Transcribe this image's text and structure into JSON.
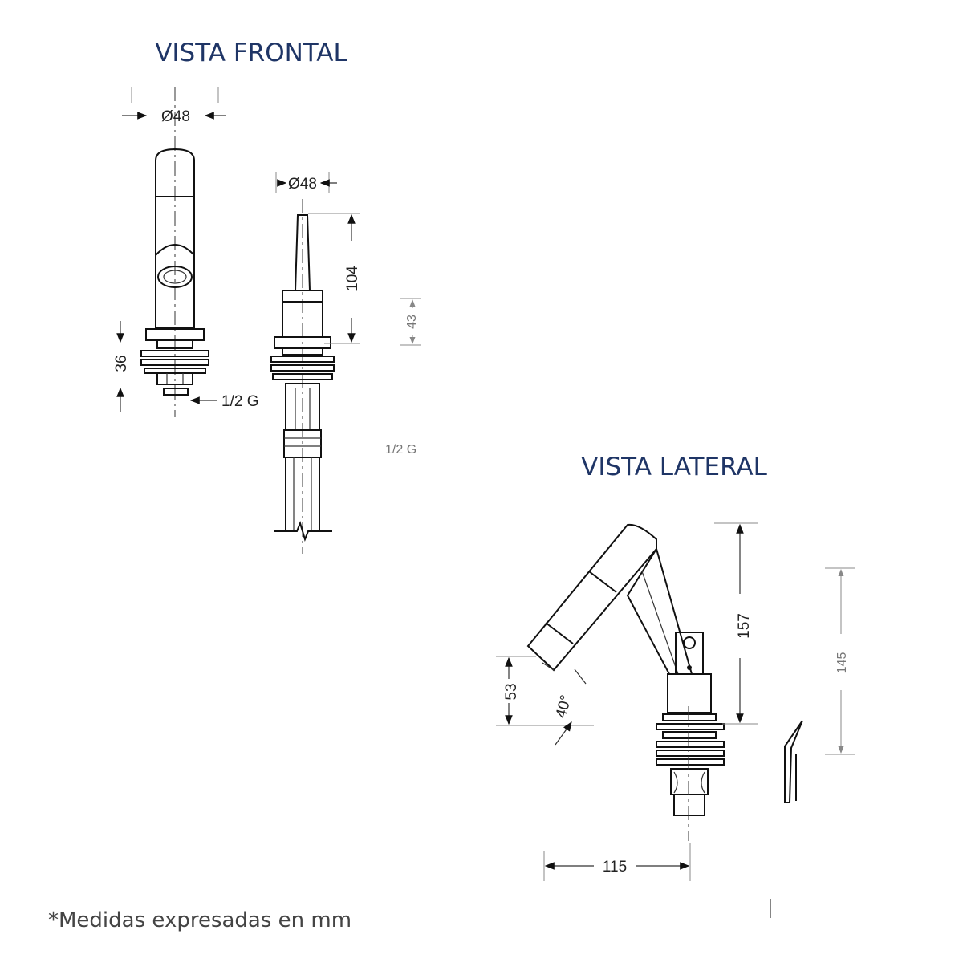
{
  "titles": {
    "front_view": "VISTA FRONTAL",
    "side_view": "VISTA LATERAL"
  },
  "footnote": "*Medidas expresadas en mm",
  "dimensions": {
    "front_body_diameter": "Ø48",
    "handle_diameter": "Ø48",
    "base_height": "36",
    "thread_front": "1/2  G",
    "handle_height": "104",
    "secondary_height": "43",
    "thread_secondary": "1/2 G",
    "total_height": "157",
    "spout_height": "53",
    "spout_angle": "40°",
    "overall_height_side": "145",
    "spout_reach": "115"
  },
  "colors": {
    "title": "#1f3566",
    "line": "#111111",
    "secondary_dim": "#777777"
  }
}
